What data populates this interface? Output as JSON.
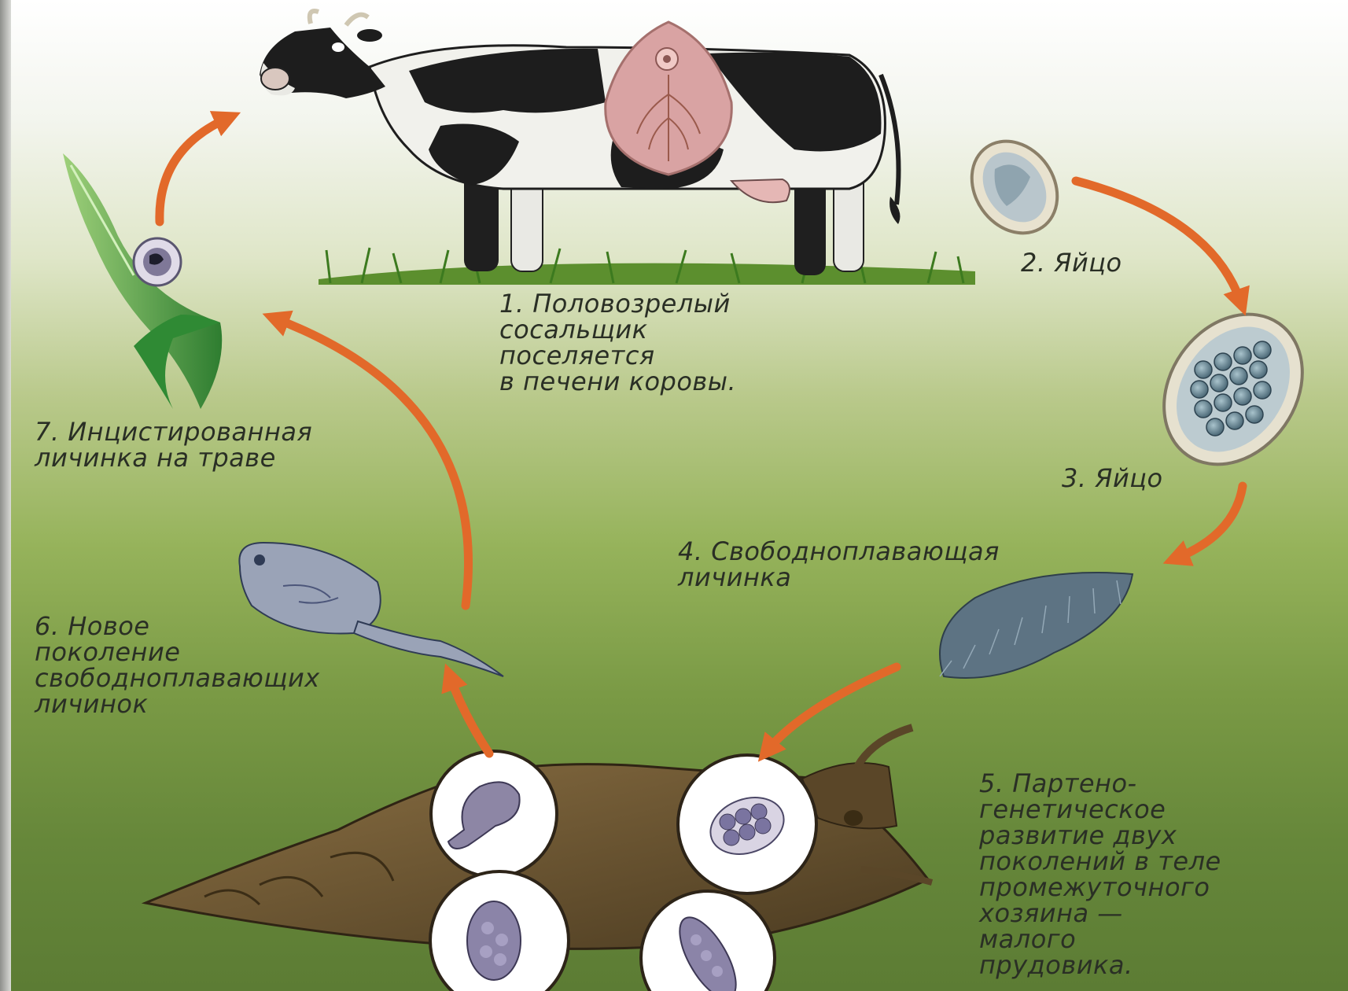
{
  "stages": {
    "s1": "1. Половозрелый\nсосальщик\nпоселяется\nв  печени коровы.",
    "s2": "2. Яйцо",
    "s3": "3. Яйцо",
    "s4": "4. Свободноплавающая\nличинка",
    "s5": "5. Партено-\nгенетическое\nразвитие двух\nпоколений в теле\nпромежуточного\nхозяина —\nмалого\nпрудовика.",
    "s6": "6. Новое\nпоколение\nсвободноплавающих\nличинок",
    "s7": "7. Инцистированная\nличинка на траве"
  },
  "colors": {
    "arrow": "#e2692a",
    "label_text": "#2a2f25",
    "fluke": "#d9a3a3",
    "snail_shell": "#6b5431",
    "leaf": "#3f9a3c",
    "egg_cells": "#6f8d9a"
  },
  "icons": [
    "cow-illustration",
    "liver-fluke-illustration",
    "egg-illustration",
    "miracidium-illustration",
    "snail-illustration",
    "cercaria-illustration",
    "grass-blade-illustration",
    "cyst-illustration"
  ]
}
